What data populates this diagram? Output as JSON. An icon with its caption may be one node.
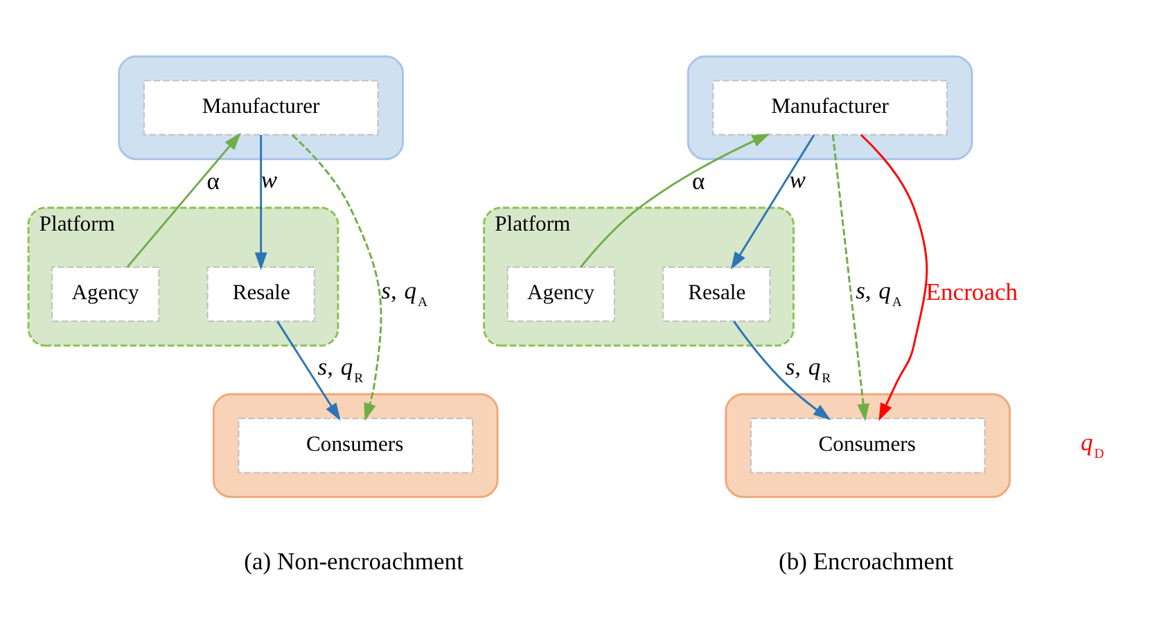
{
  "diagram": {
    "nodes": [
      {
        "text": [],
        "shape": "box"
      },
      {
        "text": [
          "Manufacturer"
        ],
        "in": 0
      },
      {
        "text": [
          "Platform"
        ]
      },
      {
        "text": [
          "Agency"
        ],
        "in": 2
      },
      {
        "text": [
          "Resale"
        ],
        "in": 2
      },
      {
        "text": [],
        "shape": "box"
      },
      {
        "text": [
          "Consumers"
        ],
        "in": 5
      },
      {
        "text": [],
        "shape": "box"
      },
      {
        "text": [
          "Manufacturer"
        ],
        "in": 7
      },
      {
        "text": [
          "Platform"
        ]
      },
      {
        "text": [
          "Agency"
        ],
        "in": 9
      },
      {
        "text": [
          "Resale"
        ],
        "in": 9
      },
      {
        "text": [],
        "shape": "box"
      },
      {
        "text": [
          "Consumers"
        ],
        "in": 12
      }
    ],
    "edges": [
      {
        "from": 3,
        "to": 1,
        "arrow": "to",
        "label": "α",
        "color": "#70ad47"
      },
      {
        "from": 1,
        "to": 6,
        "arrow": "to",
        "label": "*s*, *q*$_{A}$",
        "style": "dashed",
        "color": "#70ad47"
      },
      {
        "from": 1,
        "to": 4,
        "arrow": "to",
        "label": "*w*",
        "color": "#2e75b6"
      },
      {
        "from": 4,
        "to": 6,
        "arrow": "to",
        "label": "*s*, *q*$_{R}$",
        "color": "#2e75b6"
      },
      {
        "from": 10,
        "to": 8,
        "arrow": "to",
        "label": "α",
        "color": "#70ad47"
      },
      {
        "from": 8,
        "to": 13,
        "arrow": "to",
        "label": "*s*, *q*$_{A}$",
        "style": "dashed",
        "color": "#70ad47"
      },
      {
        "from": 8,
        "to": 11,
        "arrow": "to",
        "label": "*w*",
        "color": "#2e75b6"
      },
      {
        "from": 11,
        "to": 13,
        "arrow": "to",
        "label": "*s*, *q*$_{R}$",
        "color": "#2e75b6"
      },
      {
        "from": 8,
        "to": 13,
        "arrow": "to",
        "label": "Encroach",
        "color": "#ff0000"
      }
    ],
    "labels": [
      "*q*$_{D}$",
      "(a) Non-encroachment",
      "(b) Encroachment"
    ]
  }
}
